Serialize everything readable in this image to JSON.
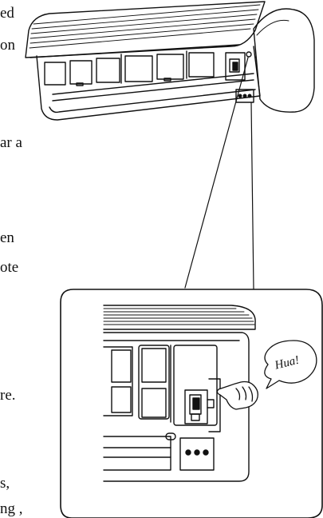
{
  "text_fragments": [
    "ed",
    "on",
    "ar a",
    "en",
    "ote",
    "re.",
    "s,",
    "ng ,"
  ],
  "callout_text": "Hua!"
}
